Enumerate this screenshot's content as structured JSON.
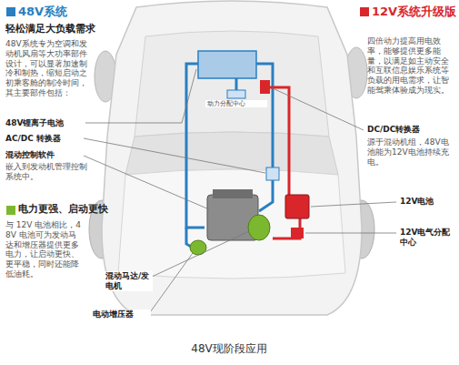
{
  "diagram": {
    "caption": "48V现阶段应用",
    "labels": [
      "48V系统",
      "轻松满足大负载需求",
      "48V系统专为空调和发动机风扇等大功率部件设计，可以显著加速制冷和制热，缩短启动之初乘客舱的制冷时间，其主要部件包括：",
      "48V锂离子电池",
      "AC/DC 转换器",
      "混动控制软件",
      "嵌入到发动机管理控制系统中。",
      "电力更强、启动更快",
      "与 12V 电池相比，48V 电池可为发动马达和增压器提供更多电力，让启动更快、更平稳，同时还能降低油耗。",
      "混动马达/发电机",
      "电动增压器",
      "动力分配中心",
      "12V系统升级版",
      "四倍动力提高用电效率，能够提供更多能量，以满足如主动安全和互联信息娱乐系统等负载的用电需求，让智能驾乘体验成为现实。",
      "DC/DC转换器",
      "源于混动机组，48V电池能为12V电池持续充电。",
      "12V电池",
      "12V电气分配中心"
    ]
  }
}
